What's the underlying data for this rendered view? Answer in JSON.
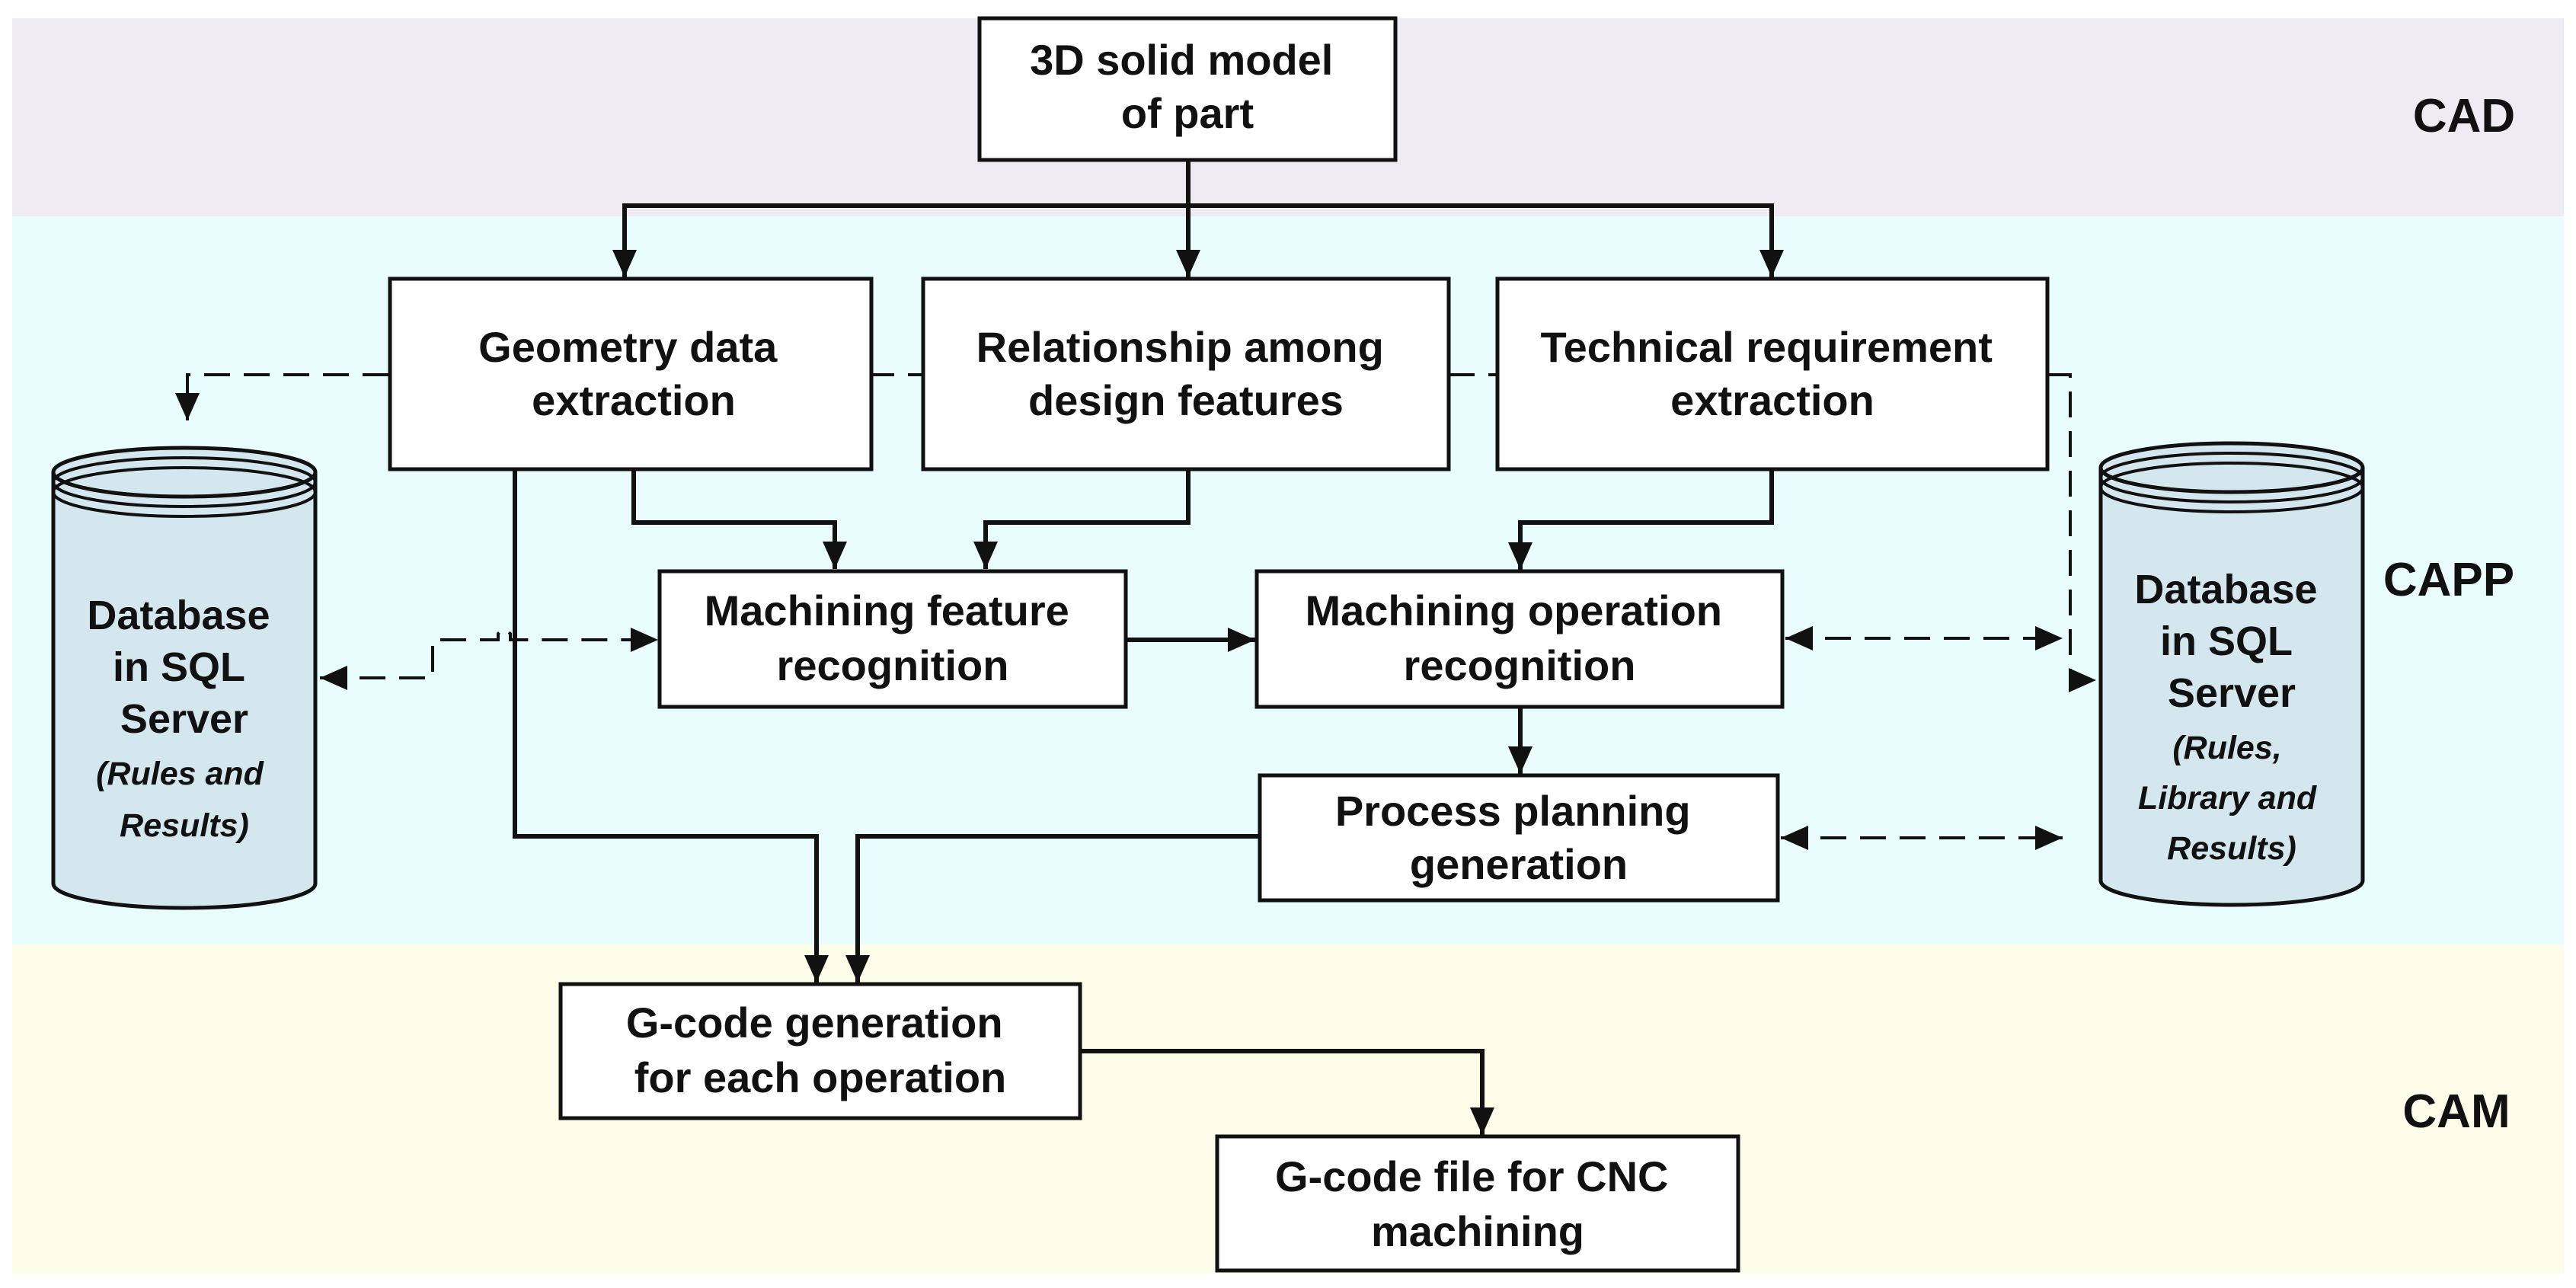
{
  "zones": {
    "cad": {
      "label": "CAD",
      "color": "#efebf2"
    },
    "capp": {
      "label": "CAPP",
      "color": "#eafdfe"
    },
    "cam": {
      "label": "CAM",
      "color": "#fefde9"
    }
  },
  "nodes": {
    "solid_model": [
      "3D solid model",
      "of part"
    ],
    "geometry": [
      "Geometry data",
      "extraction"
    ],
    "relationship": [
      "Relationship among",
      "design features"
    ],
    "technical": [
      "Technical requirement",
      "extraction"
    ],
    "mfr": [
      "Machining feature",
      "recognition"
    ],
    "mor": [
      "Machining operation",
      "recognition"
    ],
    "ppg": [
      "Process planning",
      "generation"
    ],
    "gcode_gen": [
      "G-code generation",
      "for each operation"
    ],
    "gcode_file": [
      "G-code file for CNC",
      "machining"
    ]
  },
  "databases": {
    "left": {
      "title": [
        "Database",
        "in SQL",
        "Server"
      ],
      "note": [
        "(Rules and",
        "Results)"
      ]
    },
    "right": {
      "title": [
        "Database",
        "in SQL",
        "Server"
      ],
      "note": [
        "(Rules,",
        "Library and",
        "Results)"
      ]
    }
  },
  "colors": {
    "database_fill": "#d4e7ee",
    "line": "#111111",
    "box_fill": "#ffffff"
  }
}
